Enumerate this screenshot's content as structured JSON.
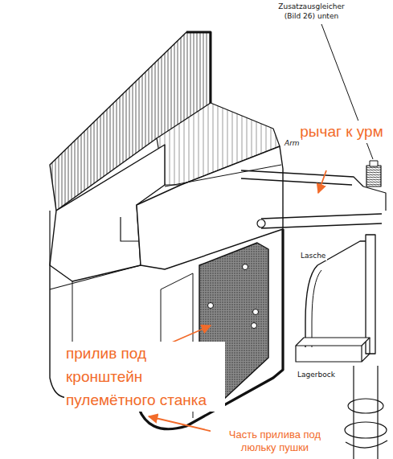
{
  "diagram": {
    "labels": [
      "Zusatzausgleicher (Bild 26) unten",
      "рычаг к урм",
      "Arm",
      "Lasche",
      "прилив под кронштейн пулемётного станка",
      "Lagerbock",
      "Часть прилива под люльку пушки"
    ]
  }
}
